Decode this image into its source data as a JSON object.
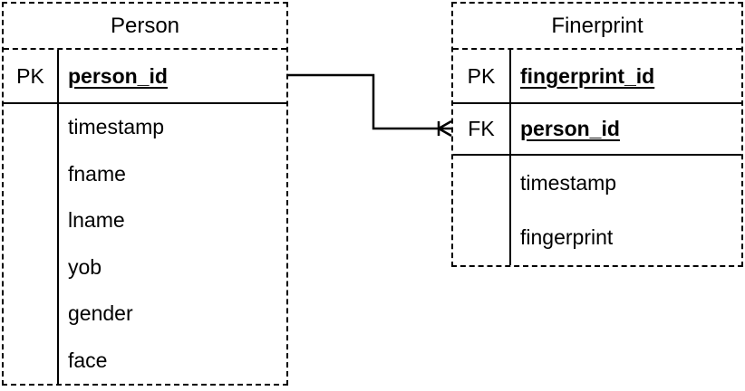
{
  "canvas": {
    "background": "#ffffff",
    "line_color": "#000000"
  },
  "entities": {
    "person": {
      "title": "Person",
      "keys": [
        {
          "tag": "PK",
          "name": "person_id"
        }
      ],
      "attributes": [
        "timestamp",
        "fname",
        "lname",
        "yob",
        "gender",
        "face"
      ]
    },
    "fingerprint": {
      "title": "Finerprint",
      "keys": [
        {
          "tag": "PK",
          "name": "fingerprint_id"
        },
        {
          "tag": "FK",
          "name": "person_id"
        }
      ],
      "attributes": [
        "timestamp",
        "fingerprint"
      ]
    }
  },
  "relationship": {
    "from_entity": "Person",
    "from_field": "person_id",
    "to_entity": "Finerprint",
    "to_field": "person_id",
    "end_marker": "crow-foot-many"
  }
}
